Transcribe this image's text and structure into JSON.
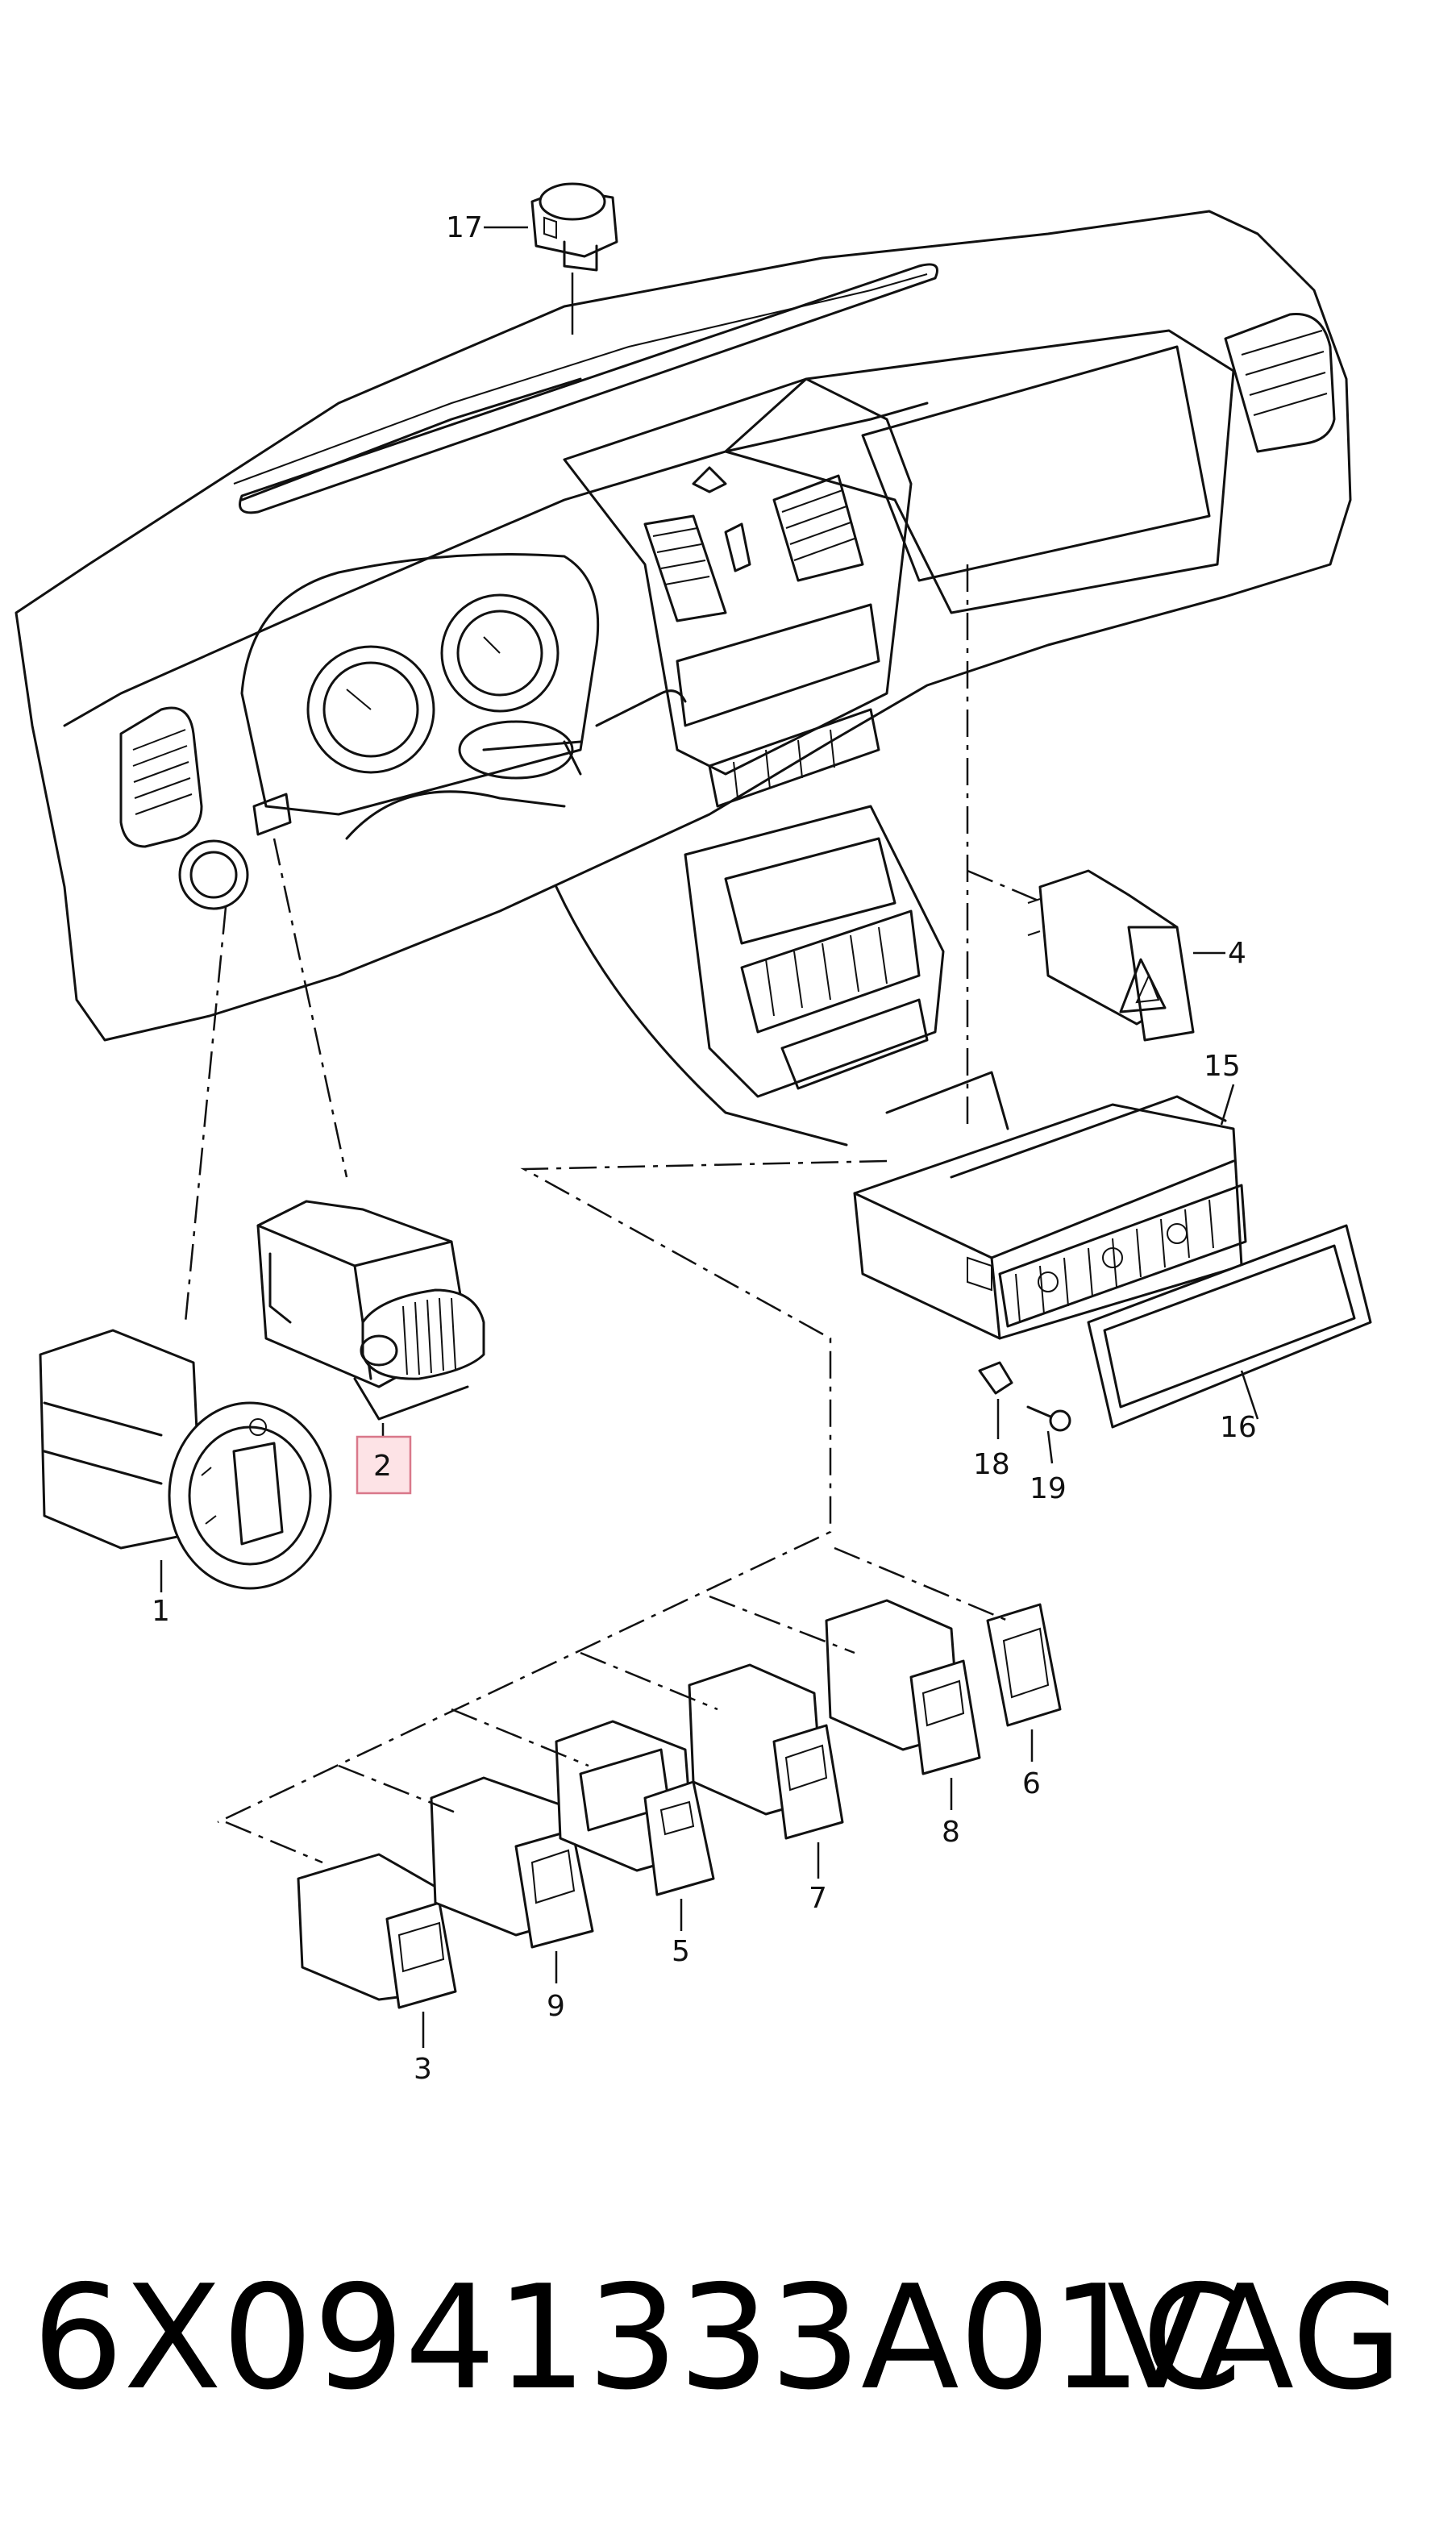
{
  "callouts": {
    "c1": "1",
    "c2": "2",
    "c3": "3",
    "c4": "4",
    "c5": "5",
    "c6": "6",
    "c7": "7",
    "c8": "8",
    "c9": "9",
    "c15": "15",
    "c16": "16",
    "c17": "17",
    "c18": "18",
    "c19": "19"
  },
  "highlighted_callout": "2",
  "footer": {
    "part_number": "6X0941333A01C",
    "brand": "VAG"
  }
}
